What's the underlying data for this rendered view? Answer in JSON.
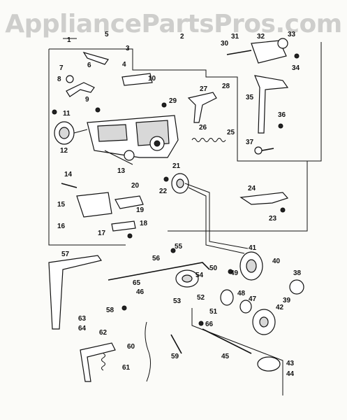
{
  "watermark": "AppliancePartsPros.com",
  "callouts": [
    "1",
    "2",
    "3",
    "4",
    "5",
    "6",
    "7",
    "8",
    "9",
    "10",
    "11",
    "12",
    "13",
    "14",
    "15",
    "16",
    "17",
    "18",
    "19",
    "20",
    "21",
    "22",
    "23",
    "24",
    "25",
    "26",
    "27",
    "28",
    "29",
    "30",
    "31",
    "32",
    "33",
    "34",
    "35",
    "36",
    "37",
    "38",
    "39",
    "40",
    "41",
    "42",
    "43",
    "44",
    "45",
    "46",
    "47",
    "48",
    "49",
    "50",
    "51",
    "52",
    "53",
    "54",
    "55",
    "56",
    "57",
    "58",
    "59",
    "60",
    "61",
    "62",
    "63",
    "64",
    "65",
    "66"
  ],
  "colors": {
    "ink": "#111111",
    "paper": "#fbfbf8",
    "watermark": "#969696"
  }
}
